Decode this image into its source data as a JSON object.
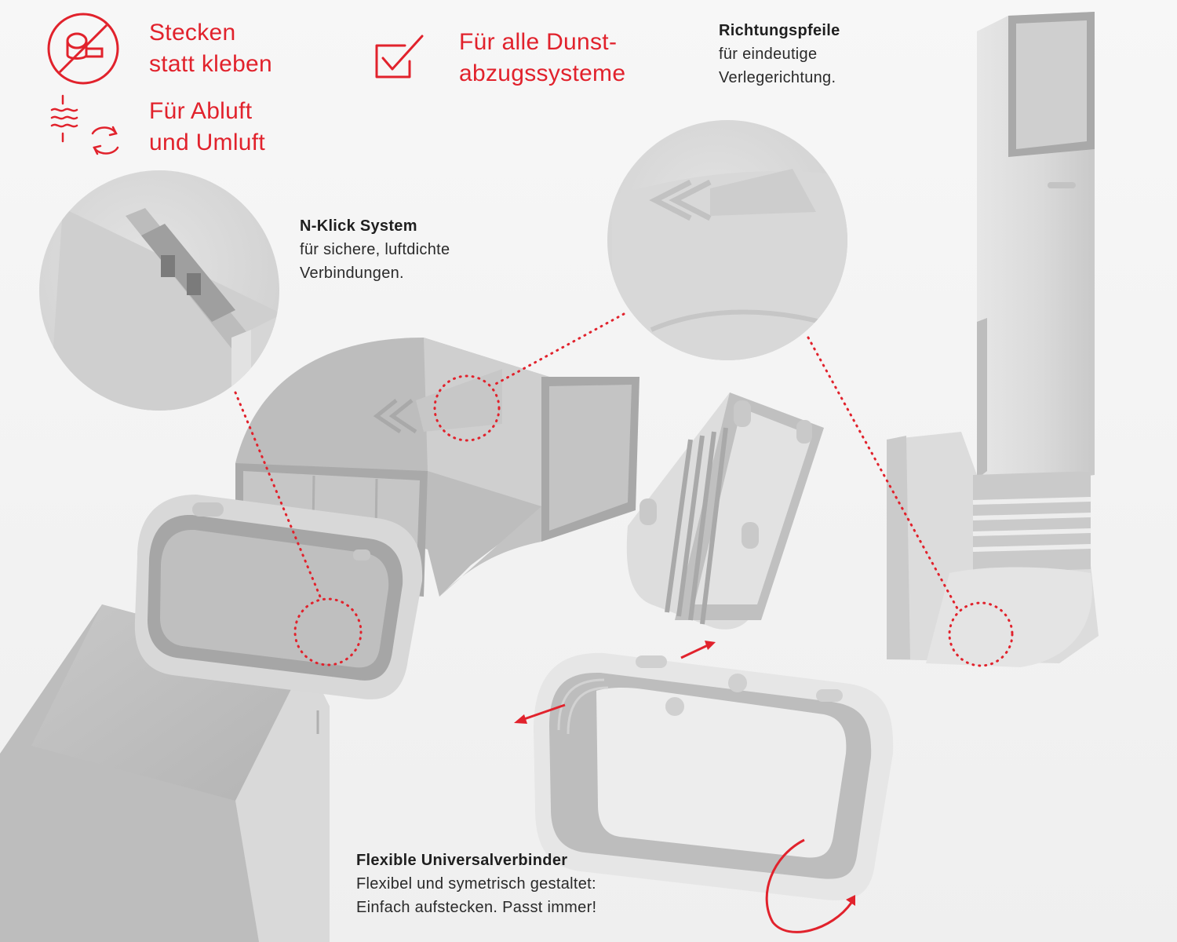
{
  "features": {
    "stecken": {
      "line1": "Stecken",
      "line2": "statt kleben",
      "icon": "no-tape-icon"
    },
    "abluft": {
      "line1": "Für Abluft",
      "line2": "und Umluft",
      "icon": "airflow-recirculation-icon"
    },
    "dunst": {
      "line1": "Für alle Dunst-",
      "line2": "abzugssysteme",
      "icon": "checkbox-check-icon"
    }
  },
  "callouts": {
    "richtung": {
      "title": "Richtungspfeile",
      "lines": [
        "für eindeutige",
        "Verlegerichtung."
      ]
    },
    "nklick": {
      "title": "N-Klick System",
      "lines": [
        "für sichere, luftdichte",
        "Verbindungen."
      ]
    },
    "flex": {
      "title": "Flexible Universalverbinder",
      "lines": [
        "Flexibel und symetrisch gestaltet:",
        "Einfach aufstecken. Passt immer!"
      ]
    }
  },
  "colors": {
    "accent": "#e1222c",
    "duct": "#b9b9b9",
    "ductLight": "#d6d6d6",
    "ductDark": "#9b9b9b",
    "background": "#f4f4f4"
  }
}
